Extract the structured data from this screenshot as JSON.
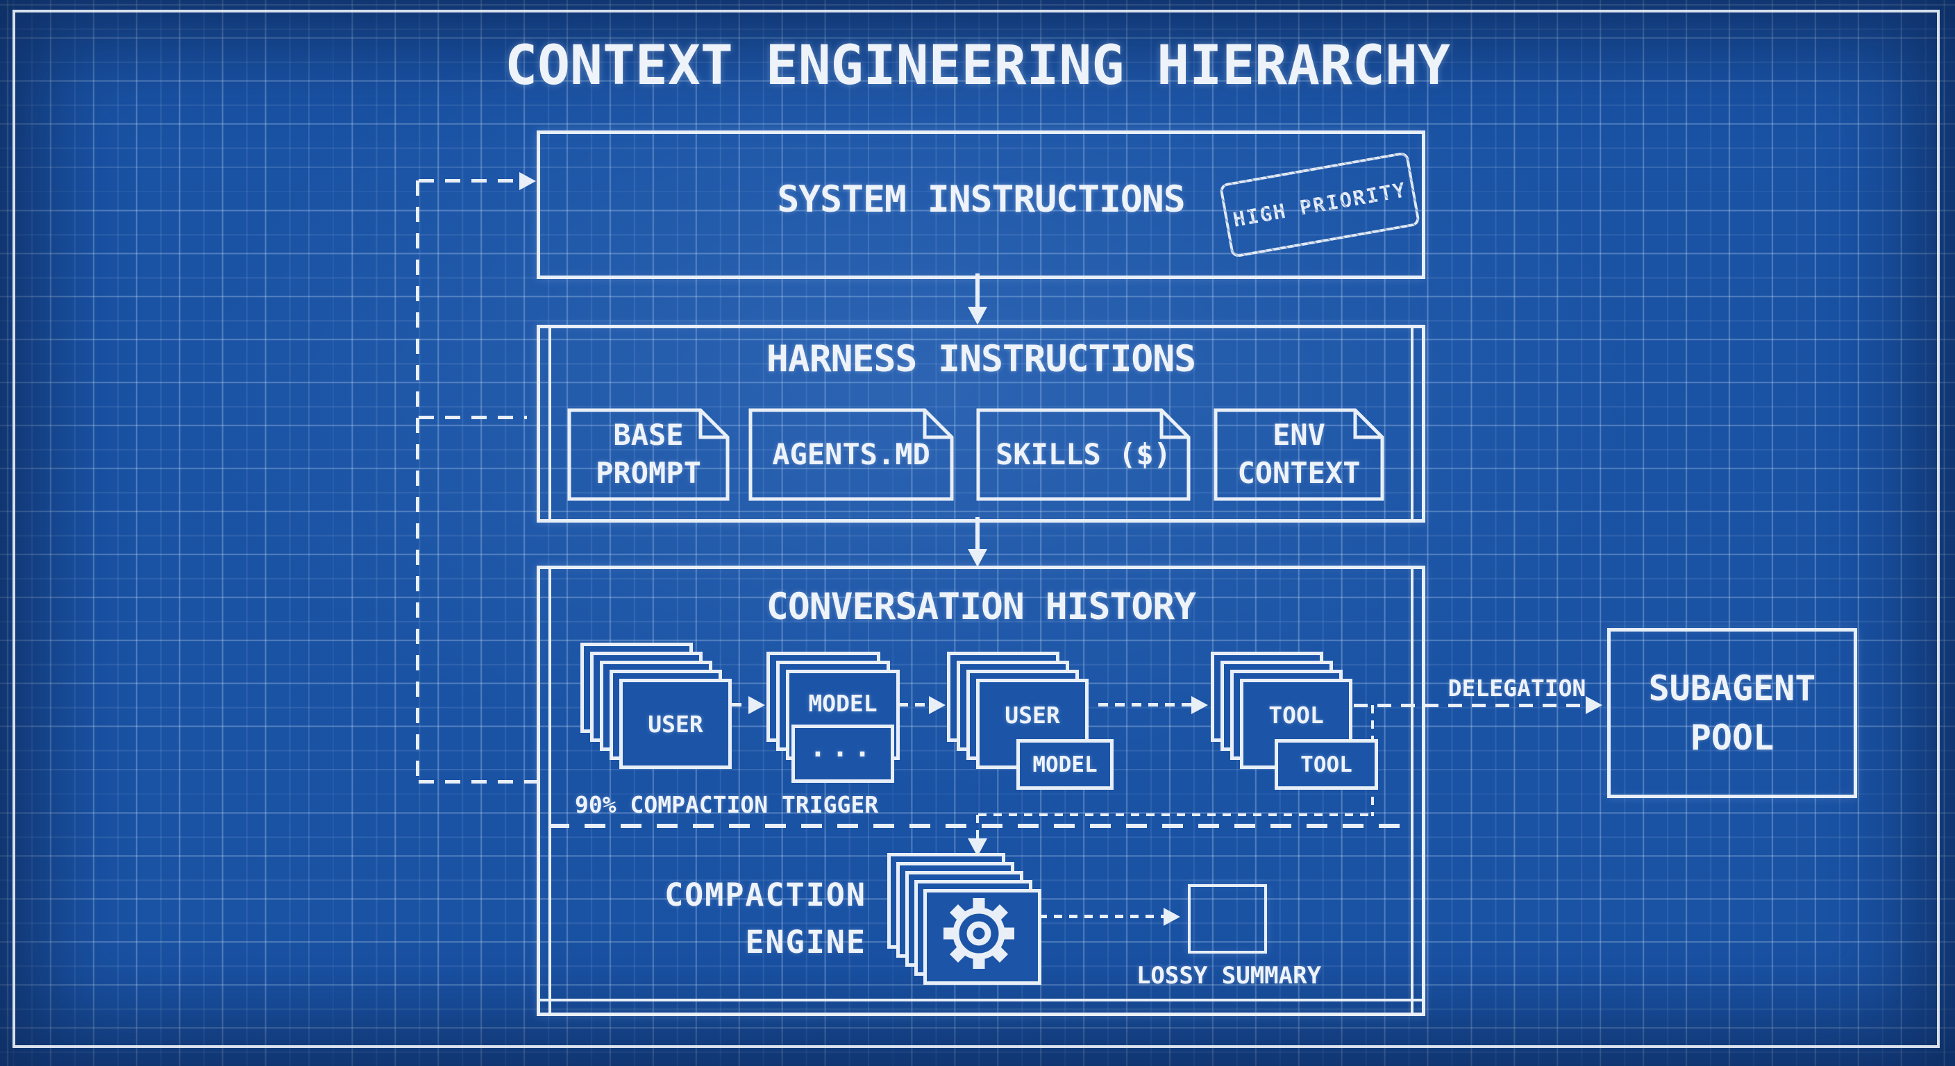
{
  "title": "CONTEXT ENGINEERING HIERARCHY",
  "system": {
    "title": "SYSTEM INSTRUCTIONS",
    "stamp": "HIGH PRIORITY"
  },
  "harness": {
    "title": "HARNESS INSTRUCTIONS",
    "cards": [
      {
        "label": "BASE\nPROMPT"
      },
      {
        "label": "AGENTS.MD"
      },
      {
        "label": "SKILLS ($)"
      },
      {
        "label": "ENV\nCONTEXT"
      }
    ]
  },
  "conversation": {
    "title": "CONVERSATION HISTORY",
    "stacks": [
      {
        "label": "USER"
      },
      {
        "label": "MODEL",
        "sub": "..."
      },
      {
        "label": "USER",
        "sub": "MODEL"
      },
      {
        "label": "TOOL",
        "sub": "TOOL"
      }
    ],
    "trigger_label": "90% COMPACTION TRIGGER",
    "compaction_label": "COMPACTION\nENGINE",
    "summary_label": "LOSSY SUMMARY"
  },
  "delegation_label": "DELEGATION",
  "subagent": {
    "title": "SUBAGENT\nPOOL"
  },
  "colors": {
    "background": "#1a52a4",
    "line": "#e9eff7",
    "text": "#eef3fa"
  }
}
